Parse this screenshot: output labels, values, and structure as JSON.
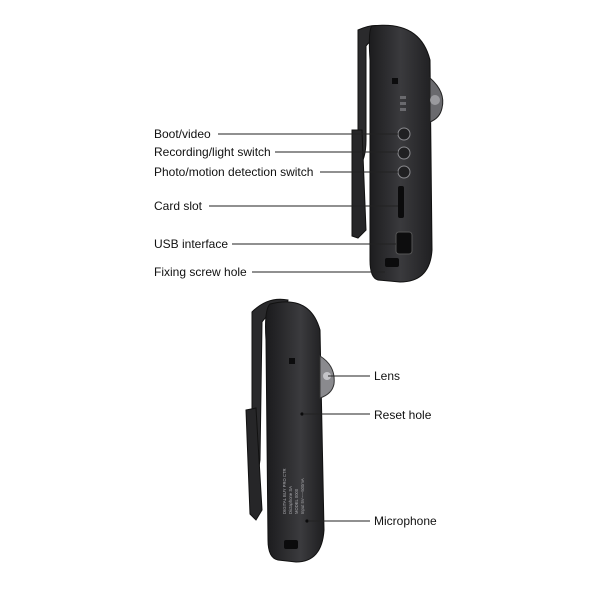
{
  "top_device": {
    "labels": [
      "Boot/video",
      "Recording/light switch",
      "Photo/motion detection switch",
      "Card slot",
      "USB interface",
      "Fixing screw hole"
    ]
  },
  "bottom_device": {
    "labels": [
      "Lens",
      "Reset hole",
      "Microphone"
    ],
    "spec_text": [
      "DIGITAL BUY PRO CTR",
      "Dictaphone SA",
      "MODEL 0000",
      "Input 5V-----500mA"
    ]
  },
  "colors": {
    "body": "#2e2e30",
    "body_edge": "#151516",
    "highlight": "#5a5a5e"
  }
}
